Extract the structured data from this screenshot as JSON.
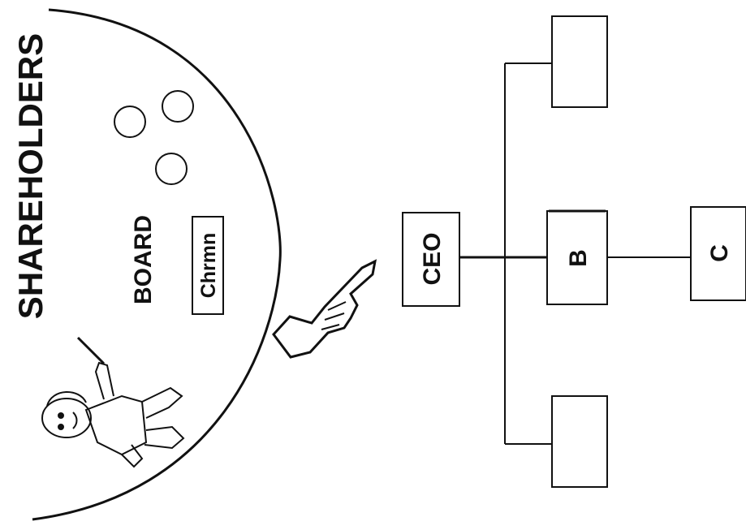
{
  "labels": {
    "shareholders": "SHAREHOLDERS",
    "board": "BOARD",
    "chairman": "Chrmn",
    "ceo": "CEO",
    "box_b": "B",
    "box_c": "C"
  },
  "icons": {
    "pointing_hand": "pointing-hand-icon",
    "presenter": "presenter-figure-icon",
    "board_member": "board-member-circle-icon"
  },
  "colors": {
    "ink": "#111111",
    "background": "#ffffff"
  }
}
